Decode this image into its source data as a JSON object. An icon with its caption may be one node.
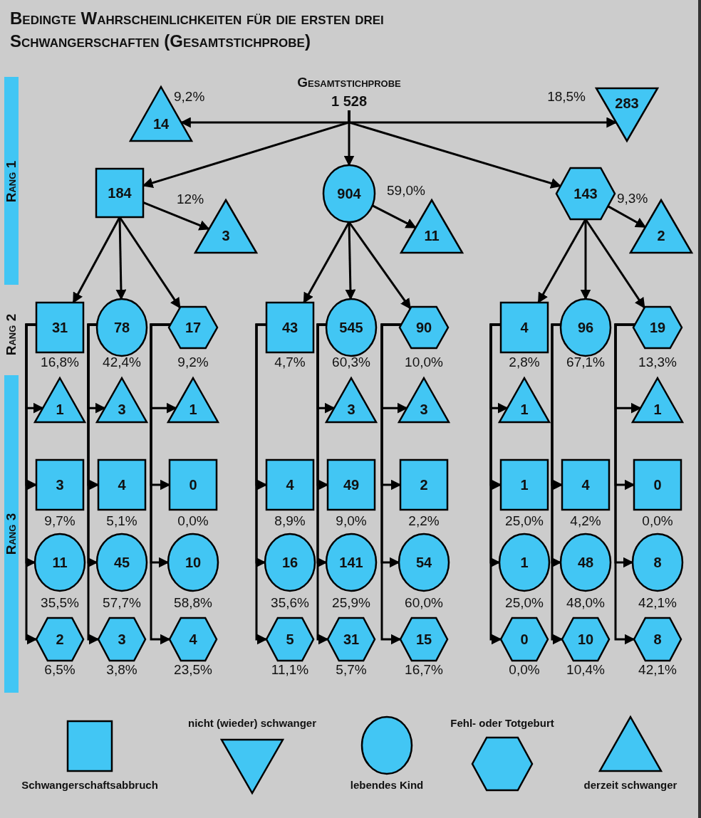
{
  "diagram": {
    "title": "Bedingte Wahrscheinlichkeiten für die ersten drei Schwangerschaften (Gesamtstichprobe)",
    "nodes": [
      {
        "text": [
          "Gesamtstichprobe",
          "1 528"
        ]
      },
      {
        "text": [
          "14"
        ],
        "beside": [
          "9,2%"
        ]
      },
      {
        "text": [
          "283"
        ],
        "beside": [
          "18,5%"
        ]
      },
      {
        "text": [
          "184"
        ]
      },
      {
        "text": [
          "3"
        ],
        "beside": [
          "12%"
        ]
      },
      {
        "text": [
          "904"
        ]
      },
      {
        "text": [
          "11"
        ],
        "beside": [
          "59,0%"
        ]
      },
      {
        "text": [
          "143"
        ]
      },
      {
        "text": [
          "2"
        ],
        "beside": [
          "9,3%"
        ]
      },
      {
        "text": [
          "31"
        ],
        "beside": [
          "16,8%"
        ]
      },
      {
        "text": [
          "78"
        ],
        "beside": [
          "42,4%"
        ]
      },
      {
        "text": [
          "17"
        ],
        "beside": [
          "9,2%"
        ]
      },
      {
        "text": [
          "43"
        ],
        "beside": [
          "4,7%"
        ]
      },
      {
        "text": [
          "545"
        ],
        "beside": [
          "60,3%"
        ]
      },
      {
        "text": [
          "90"
        ],
        "beside": [
          "10,0%"
        ]
      },
      {
        "text": [
          "4"
        ],
        "beside": [
          "2,8%"
        ]
      },
      {
        "text": [
          "96"
        ],
        "beside": [
          "67,1%"
        ]
      },
      {
        "text": [
          "19"
        ],
        "beside": [
          "13,3%"
        ]
      },
      {
        "text": [
          "1"
        ]
      },
      {
        "text": [
          "3"
        ]
      },
      {
        "text": [
          "1"
        ]
      },
      {
        "text": [
          "3"
        ]
      },
      {
        "text": [
          "3"
        ]
      },
      {
        "text": [
          "1"
        ]
      },
      {
        "text": [
          "1"
        ]
      },
      {
        "text": [
          "3"
        ],
        "beside": [
          "9,7%"
        ]
      },
      {
        "text": [
          "4"
        ],
        "beside": [
          "5,1%"
        ]
      },
      {
        "text": [
          "0"
        ],
        "beside": [
          "0,0%"
        ]
      },
      {
        "text": [
          "4"
        ],
        "beside": [
          "8,9%"
        ]
      },
      {
        "text": [
          "49"
        ],
        "beside": [
          "9,0%"
        ]
      },
      {
        "text": [
          "2"
        ],
        "beside": [
          "2,2%"
        ]
      },
      {
        "text": [
          "1"
        ],
        "beside": [
          "25,0%"
        ]
      },
      {
        "text": [
          "4"
        ],
        "beside": [
          "4,2%"
        ]
      },
      {
        "text": [
          "0"
        ],
        "beside": [
          "0,0%"
        ]
      },
      {
        "text": [
          "11"
        ],
        "beside": [
          "35,5%"
        ]
      },
      {
        "text": [
          "45"
        ],
        "beside": [
          "57,7%"
        ]
      },
      {
        "text": [
          "10"
        ],
        "beside": [
          "58,8%"
        ]
      },
      {
        "text": [
          "16"
        ],
        "beside": [
          "35,6%"
        ]
      },
      {
        "text": [
          "141"
        ],
        "beside": [
          "25,9%"
        ]
      },
      {
        "text": [
          "54"
        ],
        "beside": [
          "60,0%"
        ]
      },
      {
        "text": [
          "1"
        ],
        "beside": [
          "25,0%"
        ]
      },
      {
        "text": [
          "48"
        ],
        "beside": [
          "48,0%"
        ]
      },
      {
        "text": [
          "8"
        ],
        "beside": [
          "42,1%"
        ]
      },
      {
        "text": [
          "2"
        ],
        "beside": [
          "6,5%"
        ]
      },
      {
        "text": [
          "3"
        ],
        "beside": [
          "3,8%"
        ]
      },
      {
        "text": [
          "4"
        ],
        "beside": [
          "23,5%"
        ]
      },
      {
        "text": [
          "5"
        ],
        "beside": [
          "11,1%"
        ]
      },
      {
        "text": [
          "31"
        ],
        "beside": [
          "5,7%"
        ]
      },
      {
        "text": [
          "15"
        ],
        "beside": [
          "16,7%"
        ]
      },
      {
        "text": [
          "0"
        ],
        "beside": [
          "0,0%"
        ]
      },
      {
        "text": [
          "10"
        ],
        "beside": [
          "10,4%"
        ]
      },
      {
        "text": [
          "8"
        ],
        "beside": [
          "42,1%"
        ]
      }
    ],
    "edges": [
      {
        "from": 0,
        "to": 1,
        "arrow": "to"
      },
      {
        "from": 0,
        "to": 2,
        "arrow": "to"
      },
      {
        "from": 0,
        "to": 3,
        "arrow": "to"
      },
      {
        "from": 0,
        "to": 5,
        "arrow": "to"
      },
      {
        "from": 0,
        "to": 7,
        "arrow": "to"
      },
      {
        "from": 3,
        "to": 4,
        "arrow": "to"
      },
      {
        "from": 5,
        "to": 6,
        "arrow": "to"
      },
      {
        "from": 7,
        "to": 8,
        "arrow": "to"
      },
      {
        "from": 3,
        "to": 9,
        "arrow": "to"
      },
      {
        "from": 3,
        "to": 10,
        "arrow": "to"
      },
      {
        "from": 3,
        "to": 11,
        "arrow": "to"
      },
      {
        "from": 5,
        "to": 12,
        "arrow": "to"
      },
      {
        "from": 5,
        "to": 13,
        "arrow": "to"
      },
      {
        "from": 5,
        "to": 14,
        "arrow": "to"
      },
      {
        "from": 7,
        "to": 15,
        "arrow": "to"
      },
      {
        "from": 7,
        "to": 16,
        "arrow": "to"
      },
      {
        "from": 7,
        "to": 17,
        "arrow": "to"
      },
      {
        "from": 9,
        "to": 18,
        "arrow": "to"
      },
      {
        "from": 9,
        "to": 25,
        "arrow": "to"
      },
      {
        "from": 9,
        "to": 34,
        "arrow": "to"
      },
      {
        "from": 9,
        "to": 43,
        "arrow": "to"
      },
      {
        "from": 10,
        "to": 19,
        "arrow": "to"
      },
      {
        "from": 10,
        "to": 26,
        "arrow": "to"
      },
      {
        "from": 10,
        "to": 35,
        "arrow": "to"
      },
      {
        "from": 10,
        "to": 44,
        "arrow": "to"
      },
      {
        "from": 11,
        "to": 20,
        "arrow": "to"
      },
      {
        "from": 11,
        "to": 27,
        "arrow": "to"
      },
      {
        "from": 11,
        "to": 36,
        "arrow": "to"
      },
      {
        "from": 11,
        "to": 45,
        "arrow": "to"
      },
      {
        "from": 12,
        "to": 28,
        "arrow": "to"
      },
      {
        "from": 12,
        "to": 37,
        "arrow": "to"
      },
      {
        "from": 12,
        "to": 46,
        "arrow": "to"
      },
      {
        "from": 13,
        "to": 21,
        "arrow": "to"
      },
      {
        "from": 13,
        "to": 29,
        "arrow": "to"
      },
      {
        "from": 13,
        "to": 38,
        "arrow": "to"
      },
      {
        "from": 13,
        "to": 47,
        "arrow": "to"
      },
      {
        "from": 14,
        "to": 22,
        "arrow": "to"
      },
      {
        "from": 14,
        "to": 30,
        "arrow": "to"
      },
      {
        "from": 14,
        "to": 39,
        "arrow": "to"
      },
      {
        "from": 14,
        "to": 48,
        "arrow": "to"
      },
      {
        "from": 15,
        "to": 23,
        "arrow": "to"
      },
      {
        "from": 15,
        "to": 31,
        "arrow": "to"
      },
      {
        "from": 15,
        "to": 40,
        "arrow": "to"
      },
      {
        "from": 15,
        "to": 49,
        "arrow": "to"
      },
      {
        "from": 16,
        "to": 32,
        "arrow": "to"
      },
      {
        "from": 16,
        "to": 41,
        "arrow": "to"
      },
      {
        "from": 16,
        "to": 50,
        "arrow": "to"
      },
      {
        "from": 17,
        "to": 24,
        "arrow": "to"
      },
      {
        "from": 17,
        "to": 33,
        "arrow": "to"
      },
      {
        "from": 17,
        "to": 42,
        "arrow": "to"
      },
      {
        "from": 17,
        "to": 51,
        "arrow": "to"
      }
    ],
    "labels": [
      "Rang 1",
      "Rang 2",
      "Rang 3"
    ],
    "legend": [
      {
        "text": "Schwangerschaftsabbruch"
      },
      {
        "text": "nicht (wieder) schwanger"
      },
      {
        "text": "lebendes Kind"
      },
      {
        "text": "Fehl- oder Totgeburt"
      },
      {
        "text": "derzeit schwanger"
      }
    ]
  }
}
